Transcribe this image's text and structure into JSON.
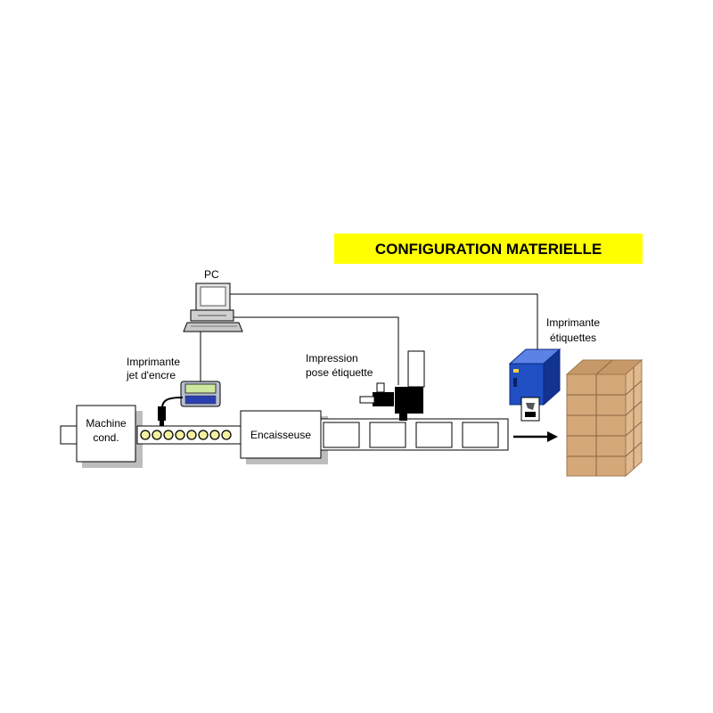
{
  "title": "CONFIGURATION MATERIELLE",
  "labels": {
    "pc": "PC",
    "inkjet_line1": "Imprimante",
    "inkjet_line2": "jet d'encre",
    "print_apply_line1": "Impression",
    "print_apply_line2": "pose étiquette",
    "label_printer_line1": "Imprimante",
    "label_printer_line2": "étiquettes",
    "machine_line1": "Machine",
    "machine_line2": "cond.",
    "case_packer": "Encaisseuse"
  },
  "colors": {
    "title_bg": "#ffff00",
    "printer_blue": "#1f4fc2",
    "carton": "#d4a878",
    "roller": "#f3f0a0",
    "monitor_screen": "#cfe8a0"
  },
  "icons": [
    "pc-icon",
    "inkjet-controller-icon",
    "print-apply-icon",
    "label-printer-icon",
    "carton-stack-icon",
    "arrow-right-icon"
  ]
}
